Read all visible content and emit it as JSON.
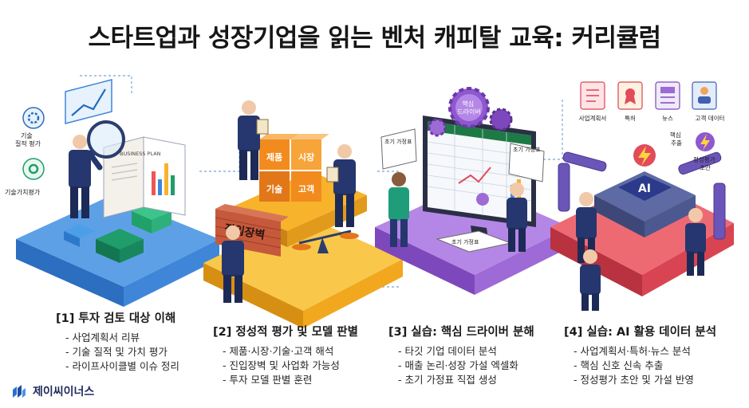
{
  "title": "스타트업과 성장기업을 읽는 벤처 캐피탈 교육: 커리큘럼",
  "brand": {
    "name": "제이씨이너스",
    "logo_icon": "jc-logo-icon"
  },
  "colors": {
    "stage1": "#3f86d8",
    "stage2": "#f7b32b",
    "stage3": "#9e6ad6",
    "stage4": "#e24b5b",
    "figure_suit": "#26366e",
    "text": "#1a1a1a"
  },
  "modules": [
    {
      "title": "[1] 투자 검토 대상 이해",
      "items": [
        "사업계획서 리뷰",
        "기술 질적 및 가치 평가",
        "라이프사이클별 이슈 정리"
      ]
    },
    {
      "title": "[2] 정성적 평가 및 모델 판별",
      "items": [
        "제품·시장·기술·고객 해석",
        "진입장벽 및 사업화 가능성",
        "투자 모델 판별 훈련"
      ]
    },
    {
      "title": "[3] 실습: 핵심 드라이버 분해",
      "items": [
        "타깃 기업 데이터 분석",
        "매출 논리·성장 가설 엑셀화",
        "초기 가정표 직접 생성"
      ]
    },
    {
      "title": "[4] 실습: AI 활용 데이터 분석",
      "items": [
        "사업계획서·특허·뉴스 분석",
        "핵심 신호 신속 추출",
        "정성평가 초안 및 가설 반영"
      ]
    }
  ],
  "illustration": {
    "stage1": {
      "labels": {
        "tech_quality": "기술\n질적 평가",
        "tech_value": "기술가치평가",
        "business_plan": "BUSINESS PLAN"
      },
      "icons": [
        "gear-icon",
        "shield-gear-icon",
        "trend-chart-icon",
        "magnifier-icon"
      ]
    },
    "stage2": {
      "labels": {
        "product": "제품",
        "market": "시장",
        "tech": "기술",
        "customer": "고객",
        "barrier": "진입장벽"
      },
      "icons": [
        "scale-icon",
        "clipboard-icon"
      ]
    },
    "stage3": {
      "labels": {
        "driver": "핵심\n드라이버",
        "assumption_left": "초기 가정표",
        "assumption_right": "초기 가정표",
        "assumption_bottom": "초기 가정표"
      },
      "icons": [
        "gear-icon",
        "spreadsheet-monitor-icon"
      ]
    },
    "stage4": {
      "labels": {
        "bizplan": "사업계획서",
        "patent": "특허",
        "news": "뉴스",
        "customer_data": "고객 데이터",
        "core_extract": "핵심\n추출",
        "draft": "정성평가\n초안",
        "ai": "AI"
      },
      "icons": [
        "document-icon",
        "ribbon-icon",
        "news-icon",
        "user-icon",
        "lightning-icon",
        "robot-arm-icon",
        "ai-chip-icon"
      ]
    }
  }
}
